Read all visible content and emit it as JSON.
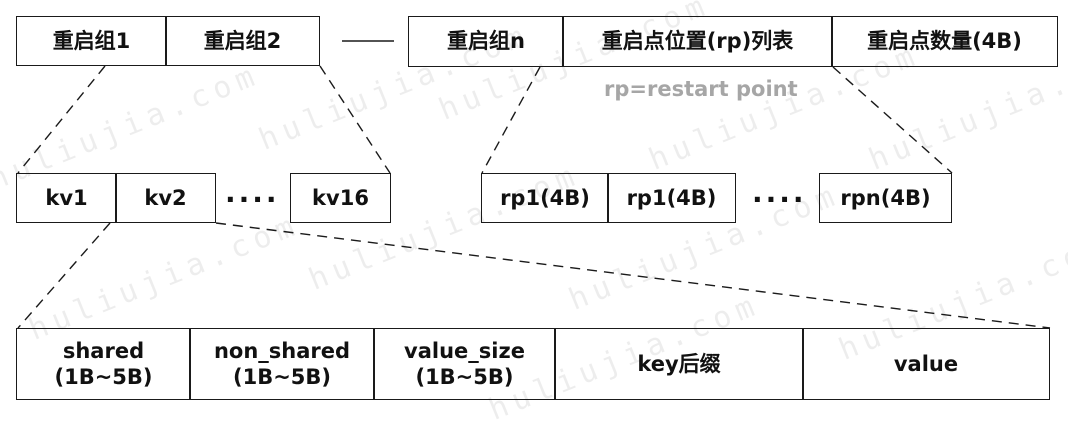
{
  "top_row": {
    "group1": "重启组1",
    "group2": "重启组2",
    "groupn": "重启组n",
    "restart_points_list": "重启点位置(rp)列表",
    "restart_count": "重启点数量(4B)"
  },
  "rp_note": "rp=restart point",
  "kv_row": {
    "kv1": "kv1",
    "kv2": "kv2",
    "kv16": "kv16"
  },
  "rp_row": {
    "rp1_a": "rp1(4B)",
    "rp1_b": "rp1(4B)",
    "rpn": "rpn(4B)"
  },
  "ellipsis": "····",
  "entry_row": {
    "shared": "shared\n(1B~5B)",
    "non_shared": "non_shared\n(1B~5B)",
    "value_size": "value_size\n(1B~5B)",
    "key_suffix": "key后缀",
    "value": "value"
  },
  "watermark": "huliujia.com"
}
